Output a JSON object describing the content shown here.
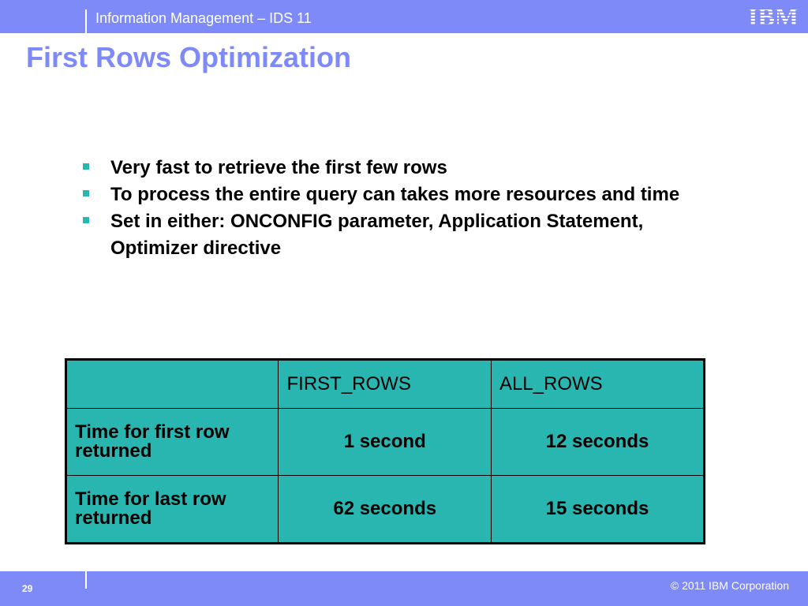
{
  "header": {
    "text": "Information Management – IDS 11",
    "logo_text": "IBM"
  },
  "slide": {
    "title": "First Rows Optimization",
    "bullets": [
      "Very fast to retrieve the first few rows",
      "To process the entire query can takes more resources and time",
      "Set in either: ONCONFIG parameter, Application Statement, Optimizer directive"
    ]
  },
  "table": {
    "headers": [
      "",
      "FIRST_ROWS",
      "ALL_ROWS"
    ],
    "rows": [
      [
        "Time for first row returned",
        "1 second",
        "12 seconds"
      ],
      [
        "Time for last row returned",
        "62 seconds",
        "15 seconds"
      ]
    ]
  },
  "footer": {
    "page_number": "29",
    "copyright": "© 2011 IBM Corporation"
  },
  "colors": {
    "bar": "#7e8af7",
    "title": "#7e8af7",
    "table_fill": "#2ab6b0",
    "bullet": "#2ab6b0"
  }
}
